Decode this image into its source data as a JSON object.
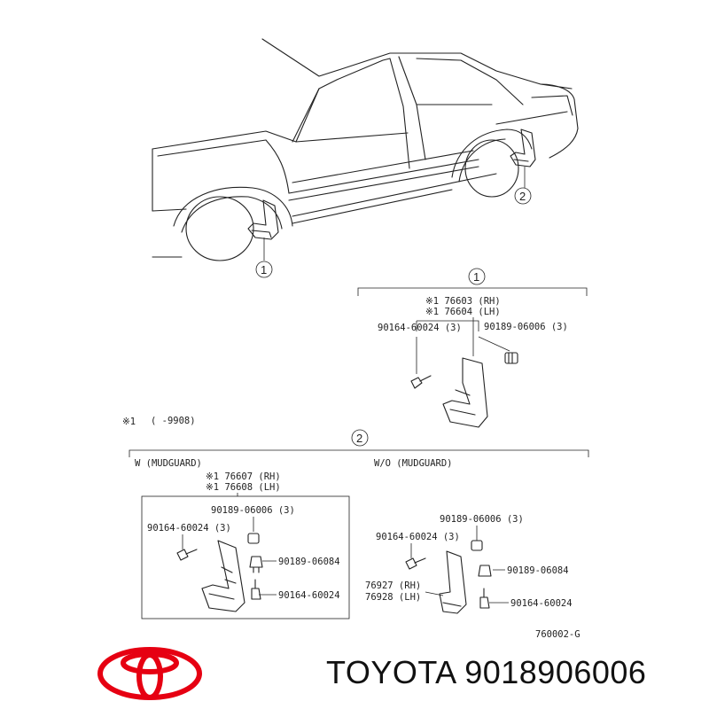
{
  "callouts": {
    "one": "1",
    "two": "2"
  },
  "section1": {
    "part_rh": "※1 76603 (RH)",
    "part_lh": "※1 76604 (LH)",
    "screw": "90164-60024 (3)",
    "nut": "90189-06006 (3)"
  },
  "footnote": {
    "mark": "※1",
    "range": "(      -9908)"
  },
  "section2": {
    "with_label": "W (MUDGUARD)",
    "without_label": "W/O (MUDGUARD)",
    "with": {
      "part_rh": "※1 76607 (RH)",
      "part_lh": "※1 76608 (LH)",
      "nut3": "90189-06006 (3)",
      "screw3": "90164-60024 (3)",
      "nut": "90189-06084",
      "screw": "90164-60024"
    },
    "without": {
      "nut3": "90189-06006 (3)",
      "screw3": "90164-60024 (3)",
      "nut": "90189-06084",
      "part_rh": "76927 (RH)",
      "part_lh": "76928 (LH)",
      "screw": "90164-60024"
    }
  },
  "diagram_code": "760002-G",
  "brand": {
    "name": "TOYOTA",
    "part_number": "9018906006",
    "color": "#e60012"
  }
}
